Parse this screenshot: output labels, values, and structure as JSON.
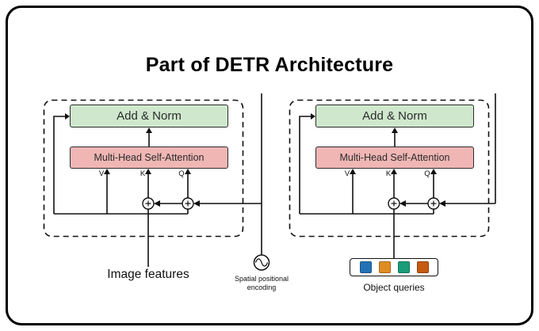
{
  "title": "Part of DETR Architecture",
  "colors": {
    "add_norm_fill": "#cfe8cd",
    "attention_fill": "#efb6b4"
  },
  "encoder": {
    "add_norm": "Add & Norm",
    "attention": "Multi-Head Self-Attention",
    "v": "V",
    "k": "K",
    "q": "Q",
    "input_label": "Image features",
    "pos_label_line1": "Spatial positional",
    "pos_label_line2": "encoding"
  },
  "decoder": {
    "add_norm": "Add & Norm",
    "attention": "Multi-Head Self-Attention",
    "v": "V",
    "k": "K",
    "q": "Q",
    "input_label": "Object queries",
    "query_colors": [
      "#2272b5",
      "#df8d22",
      "#1a9c78",
      "#c55a11"
    ]
  }
}
